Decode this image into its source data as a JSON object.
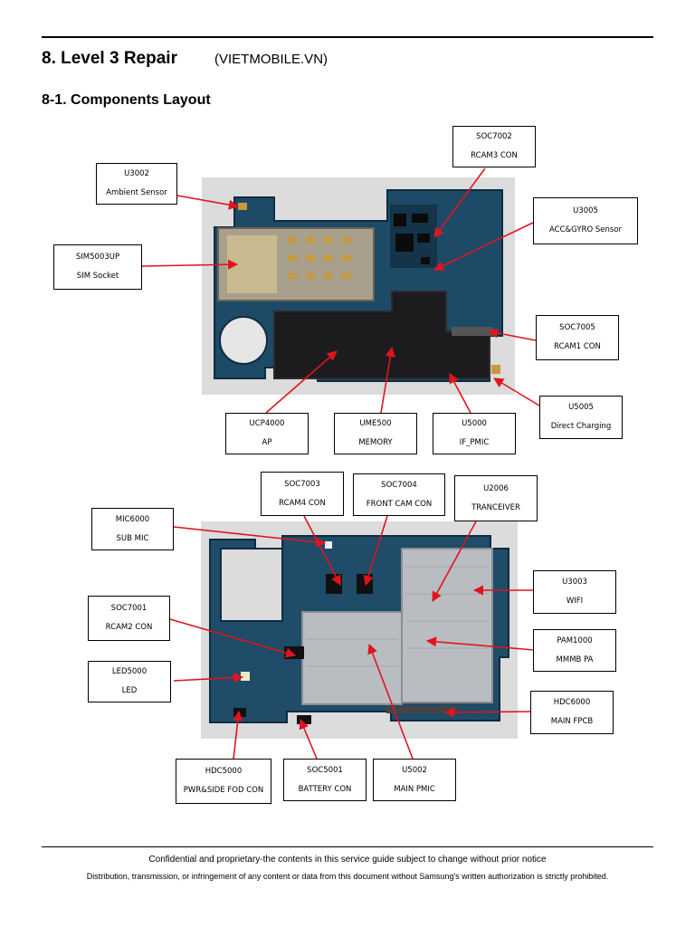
{
  "header": {
    "title": "8. Level 3 Repair",
    "site": "(VIETMOBILE.VN)",
    "subtitle": "8-1. Components Layout"
  },
  "board_top": {
    "labels": [
      {
        "id": "U3002",
        "ref": "U3002",
        "desc": "Ambient Sensor"
      },
      {
        "id": "SIM5003",
        "ref": "SIM5003UP",
        "desc": "SIM Socket"
      },
      {
        "id": "SOC7002",
        "ref": "SOC7002",
        "desc": "RCAM3 CON"
      },
      {
        "id": "U3005",
        "ref": "U3005",
        "desc": "ACC&GYRO Sensor"
      },
      {
        "id": "SOC7005",
        "ref": "SOC7005",
        "desc": "RCAM1 CON"
      },
      {
        "id": "U5005",
        "ref": "U5005",
        "desc": "Direct Charging"
      },
      {
        "id": "UCP4000",
        "ref": "UCP4000",
        "desc": "AP"
      },
      {
        "id": "UME500",
        "ref": "UME500",
        "desc": "MEMORY"
      },
      {
        "id": "U5000",
        "ref": "U5000",
        "desc": "IF_PMIC"
      }
    ]
  },
  "board_bottom": {
    "labels": [
      {
        "id": "SOC7003",
        "ref": "SOC7003",
        "desc": "RCAM4 CON"
      },
      {
        "id": "SOC7004",
        "ref": "SOC7004",
        "desc": "FRONT CAM CON"
      },
      {
        "id": "U2006",
        "ref": "U2006",
        "desc": "TRANCEIVER"
      },
      {
        "id": "MIC6000",
        "ref": "MIC6000",
        "desc": "SUB MIC"
      },
      {
        "id": "SOC7001",
        "ref": "SOC7001",
        "desc": "RCAM2 CON"
      },
      {
        "id": "LED5000",
        "ref": "LED5000",
        "desc": "LED"
      },
      {
        "id": "U3003",
        "ref": "U3003",
        "desc": "WIFI"
      },
      {
        "id": "PAM1000",
        "ref": "PAM1000",
        "desc": "MMMB PA"
      },
      {
        "id": "HDC6000",
        "ref": "HDC6000",
        "desc": "MAIN FPCB"
      },
      {
        "id": "HDC5000",
        "ref": "HDC5000",
        "desc": "PWR&SIDE FOD CON"
      },
      {
        "id": "SOC5001",
        "ref": "SOC5001",
        "desc": "BATTERY CON"
      },
      {
        "id": "U5002",
        "ref": "U5002",
        "desc": "MAIN PMIC"
      }
    ]
  },
  "footer": {
    "line1": "Confidential and proprietary-the contents in this service guide subject to change without prior notice",
    "line2": "Distribution, transmission, or infringement of any content or data from this document without Samsung's written authorization is strictly prohibited."
  },
  "colors": {
    "arrow": "#e0141e",
    "board": "#1c4a66",
    "shield_dark": "#1d1d1f",
    "shield_metal": "#b9bcc0"
  }
}
